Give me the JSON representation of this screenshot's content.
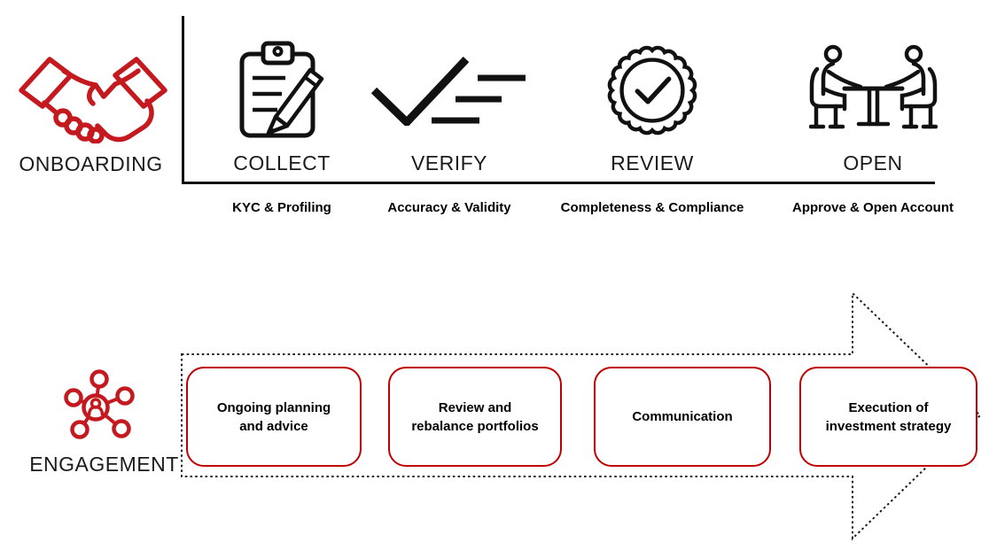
{
  "palette": {
    "accent_red": "#C00000",
    "icon_red": "#C41A1F",
    "line_black": "#1a1a1a"
  },
  "onboarding": {
    "label": "ONBOARDING",
    "icon": "handshake-icon",
    "steps": [
      {
        "title": "COLLECT",
        "subtitle": "KYC & Profiling",
        "icon": "clipboard-pencil-icon"
      },
      {
        "title": "VERIFY",
        "subtitle": "Accuracy & Validity",
        "icon": "double-checkmark-icon"
      },
      {
        "title": "REVIEW",
        "subtitle": "Completeness & Compliance",
        "icon": "seal-checkmark-icon"
      },
      {
        "title": "OPEN",
        "subtitle": "Approve & Open Account",
        "icon": "meeting-table-icon"
      }
    ]
  },
  "engagement": {
    "label": "ENGAGEMENT",
    "icon": "network-people-icon",
    "flow_items": [
      {
        "label": "Ongoing planning and advice"
      },
      {
        "label": "Review and rebalance portfolios"
      },
      {
        "label": "Communication"
      },
      {
        "label": "Execution of investment strategy"
      }
    ]
  }
}
